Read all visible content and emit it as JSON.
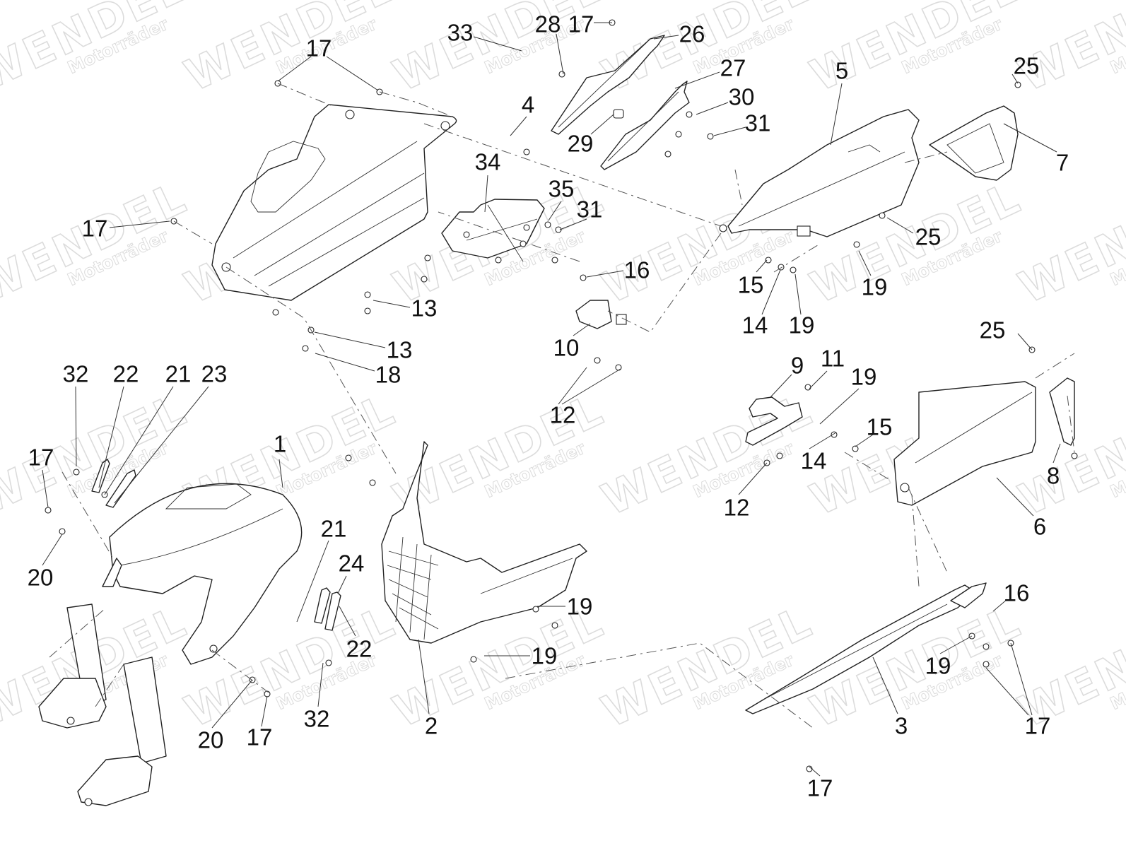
{
  "diagram": {
    "type": "exploded-parts-diagram",
    "subject": "Motorcycle front fender, nose fairing and body panels",
    "watermark": {
      "brand": "WENDEL",
      "sub": "Motorräder",
      "color": "#dcdcdc"
    },
    "line_color": "#222222",
    "background": "#ffffff"
  },
  "callouts": [
    {
      "id": "c33",
      "label": "33"
    },
    {
      "id": "c28",
      "label": "28"
    },
    {
      "id": "c17a",
      "label": "17"
    },
    {
      "id": "c26",
      "label": "26"
    },
    {
      "id": "c17b",
      "label": "17"
    },
    {
      "id": "c27",
      "label": "27"
    },
    {
      "id": "c5",
      "label": "5"
    },
    {
      "id": "c25a",
      "label": "25"
    },
    {
      "id": "c4",
      "label": "4"
    },
    {
      "id": "c30",
      "label": "30"
    },
    {
      "id": "c31a",
      "label": "31"
    },
    {
      "id": "c29",
      "label": "29"
    },
    {
      "id": "c7",
      "label": "7"
    },
    {
      "id": "c34",
      "label": "34"
    },
    {
      "id": "c35",
      "label": "35"
    },
    {
      "id": "c31b",
      "label": "31"
    },
    {
      "id": "c17c",
      "label": "17"
    },
    {
      "id": "c25b",
      "label": "25"
    },
    {
      "id": "c16a",
      "label": "16"
    },
    {
      "id": "c15a",
      "label": "15"
    },
    {
      "id": "c19a",
      "label": "19"
    },
    {
      "id": "c13a",
      "label": "13"
    },
    {
      "id": "c14a",
      "label": "14"
    },
    {
      "id": "c19b",
      "label": "19"
    },
    {
      "id": "c10",
      "label": "10"
    },
    {
      "id": "c13b",
      "label": "13"
    },
    {
      "id": "c25c",
      "label": "25"
    },
    {
      "id": "c18",
      "label": "18"
    },
    {
      "id": "c9",
      "label": "9"
    },
    {
      "id": "c11",
      "label": "11"
    },
    {
      "id": "c32a",
      "label": "32"
    },
    {
      "id": "c22a",
      "label": "22"
    },
    {
      "id": "c21a",
      "label": "21"
    },
    {
      "id": "c23",
      "label": "23"
    },
    {
      "id": "c19c",
      "label": "19"
    },
    {
      "id": "c12a",
      "label": "12"
    },
    {
      "id": "c15b",
      "label": "15"
    },
    {
      "id": "c1",
      "label": "1"
    },
    {
      "id": "c17d",
      "label": "17"
    },
    {
      "id": "c14b",
      "label": "14"
    },
    {
      "id": "c8",
      "label": "8"
    },
    {
      "id": "c12b",
      "label": "12"
    },
    {
      "id": "c6",
      "label": "6"
    },
    {
      "id": "c21b",
      "label": "21"
    },
    {
      "id": "c24",
      "label": "24"
    },
    {
      "id": "c20a",
      "label": "20"
    },
    {
      "id": "c19d",
      "label": "19"
    },
    {
      "id": "c16b",
      "label": "16"
    },
    {
      "id": "c22b",
      "label": "22"
    },
    {
      "id": "c19e",
      "label": "19"
    },
    {
      "id": "c19f",
      "label": "19"
    },
    {
      "id": "c32b",
      "label": "32"
    },
    {
      "id": "c2",
      "label": "2"
    },
    {
      "id": "c3",
      "label": "3"
    },
    {
      "id": "c17e",
      "label": "17"
    },
    {
      "id": "c20b",
      "label": "20"
    },
    {
      "id": "c17f",
      "label": "17"
    },
    {
      "id": "c17g",
      "label": "17"
    }
  ]
}
